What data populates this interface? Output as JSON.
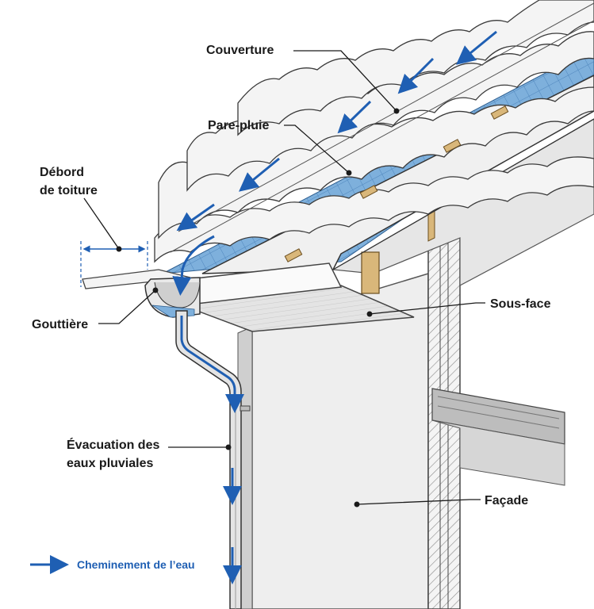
{
  "labels": {
    "couverture": "Couverture",
    "pare_pluie": "Pare-pluie",
    "debord_line1": "Débord",
    "debord_line2": "de toiture",
    "gouttiere": "Gouttière",
    "sous_face": "Sous-face",
    "evacuation_line1": "Évacuation des",
    "evacuation_line2": "eaux pluviales",
    "facade": "Façade"
  },
  "legend": {
    "water_path": "Cheminement de l’eau"
  },
  "colors": {
    "water_arrow": "#1f5fb3",
    "pare_pluie": "#6fa6d6",
    "tile": "#f2f2f2",
    "tile_edge": "#3a3a3a",
    "wall": "#ededed",
    "wood": "#d9b77a",
    "leader": "#1a1a1a"
  }
}
